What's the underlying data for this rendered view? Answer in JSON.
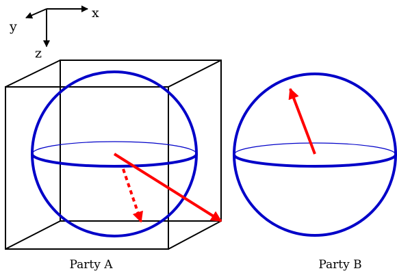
{
  "axes": {
    "x_label": "x",
    "y_label": "y",
    "z_label": "z"
  },
  "parties": [
    {
      "label": "Party A"
    },
    {
      "label": "Party B"
    }
  ],
  "colors": {
    "line": "#000000",
    "sphere": "#0000c8",
    "vector": "#ff0000"
  }
}
